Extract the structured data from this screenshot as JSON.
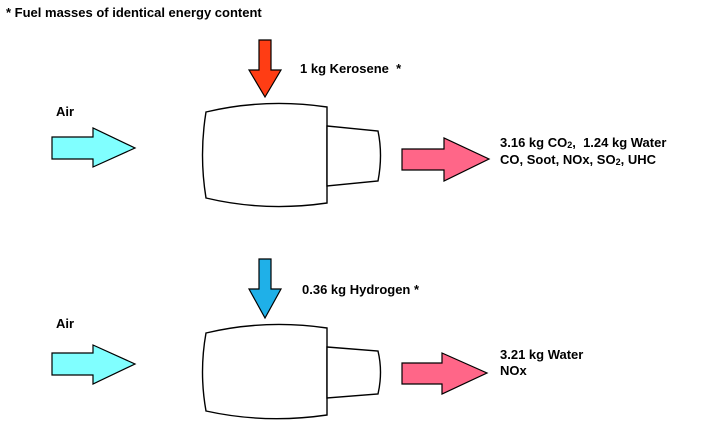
{
  "footnote": "* Fuel masses of identical energy content",
  "colors": {
    "kerosene_arrow": "#ff3d14",
    "hydrogen_arrow": "#1fb0e8",
    "air_arrow": "#80ffff",
    "exhaust_arrow": "#ff6688",
    "outline": "#000000"
  },
  "engines": [
    {
      "fuel_label": "1 kg Kerosene",
      "fuel_marker": "*",
      "air_label": "Air",
      "exhaust": {
        "co2_mass": "3.16 kg CO",
        "co2_sub": "2",
        "water": "1.24 kg Water",
        "line2_a": "CO, Soot, NOx, SO",
        "so2_sub": "2",
        "line2_b": ", UHC"
      }
    },
    {
      "fuel_label": "0.36 kg Hydrogen",
      "fuel_marker": "*",
      "air_label": "Air",
      "exhaust": {
        "line1": "3.21 kg Water",
        "line2": "NOx"
      }
    }
  ]
}
